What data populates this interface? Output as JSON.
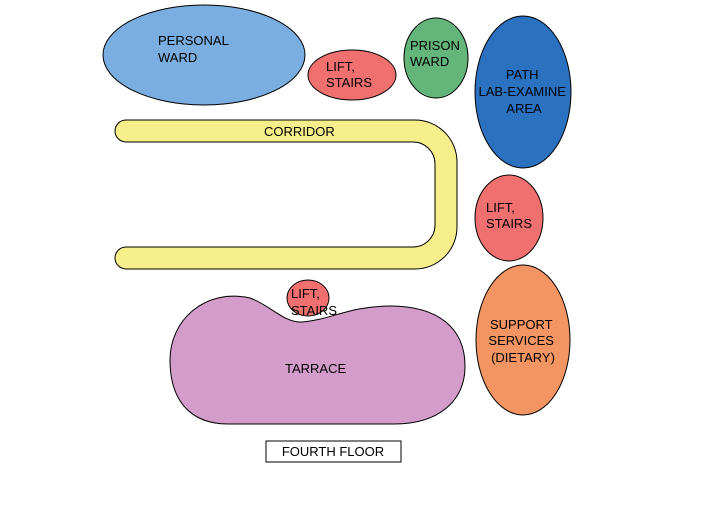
{
  "floor_caption": "FOURTH FLOOR",
  "colors": {
    "personal_ward": "#7baee0",
    "lift": "#f07070",
    "prison_ward": "#63b57a",
    "path_lab": "#2a72c0",
    "corridor": "#f5ee8a",
    "tarrace": "#d39ccb",
    "support": "#f39563"
  },
  "areas": {
    "personal_ward": [
      "PERSONAL",
      "WARD"
    ],
    "lift_top": [
      "LIFT,",
      "STAIRS"
    ],
    "prison_ward": [
      "PRISON",
      "WARD"
    ],
    "path_lab": [
      "PATH",
      "LAB-EXAMINE",
      "AREA"
    ],
    "corridor": "CORRIDOR",
    "lift_right": [
      "LIFT,",
      "STAIRS"
    ],
    "lift_bottom": [
      "LIFT,",
      "STAIRS"
    ],
    "tarrace": "TARRACE",
    "support": [
      "SUPPORT",
      "SERVICES",
      "(DIETARY)"
    ]
  }
}
